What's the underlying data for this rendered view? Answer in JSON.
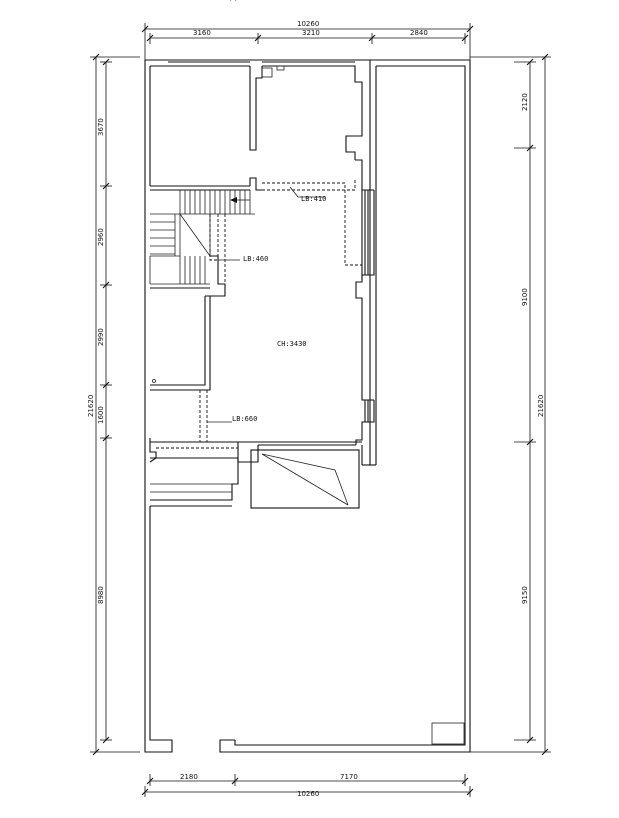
{
  "drawing": {
    "title_partial": "•• · · · ···· ·····"
  },
  "dimensions": {
    "top_total": "10260",
    "top_segments": [
      "3160",
      "3210",
      "2840"
    ],
    "bottom_total": "10260",
    "bottom_segments": [
      "2180",
      "7170"
    ],
    "left_total": "21620",
    "left_segments": [
      "3670",
      "2960",
      "2990",
      "1600",
      "8980"
    ],
    "right_total": "21620",
    "right_segments": [
      "2120",
      "9100",
      "9150"
    ]
  },
  "room_labels": {
    "center_height": "CH:3430",
    "upper_beam": "LB:410",
    "mid_beam": "LB:460",
    "lower_beam": "LB:660"
  }
}
